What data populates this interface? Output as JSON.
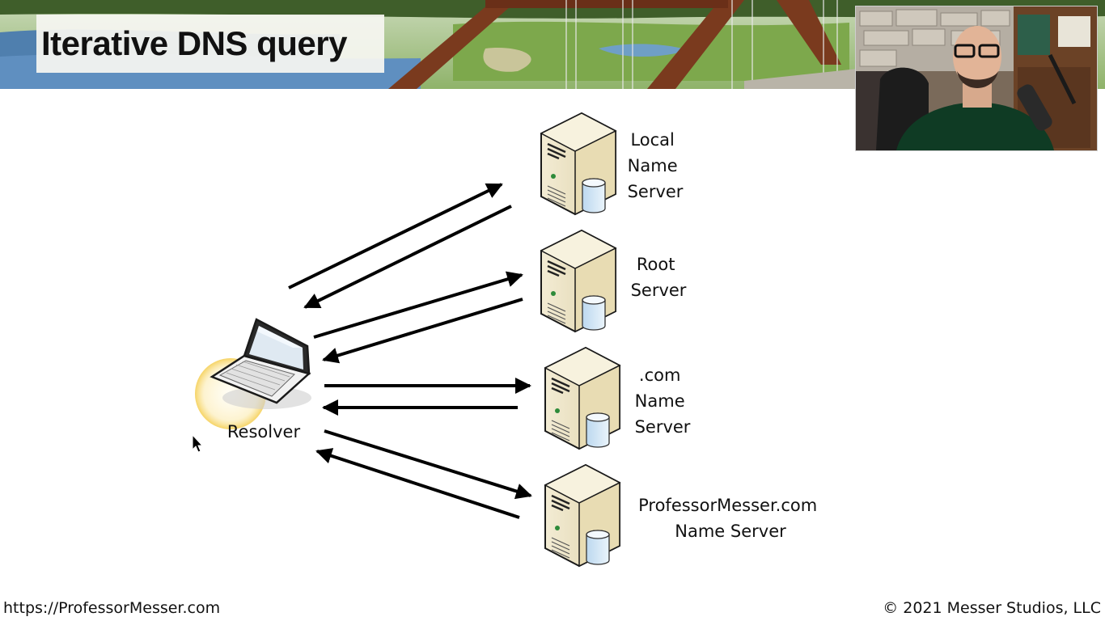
{
  "slide": {
    "title": "Iterative DNS query"
  },
  "diagram": {
    "resolver_label": "Resolver",
    "servers": [
      {
        "lines": [
          "Local",
          "Name",
          "Server"
        ]
      },
      {
        "lines": [
          "Root",
          "Server"
        ]
      },
      {
        "lines": [
          ".com",
          "Name",
          "Server"
        ]
      },
      {
        "lines": [
          "ProfessorMesser.com",
          "Name Server"
        ]
      }
    ]
  },
  "footer": {
    "url": "https://ProfessorMesser.com",
    "copyright": "© 2021 Messer Studios, LLC"
  }
}
